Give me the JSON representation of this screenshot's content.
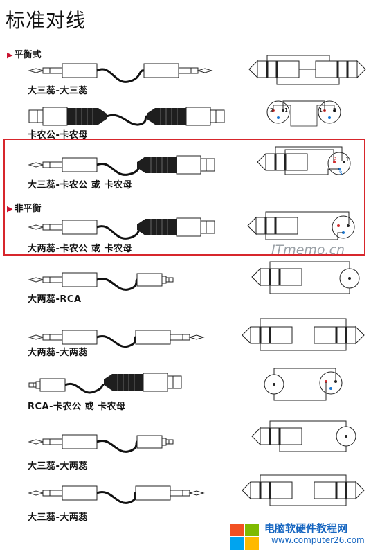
{
  "title": "标准对线",
  "sections": [
    {
      "label": "平衡式"
    },
    {
      "label": "非平衡"
    }
  ],
  "cables": [
    {
      "label": "大三蕊-大三蕊"
    },
    {
      "label": "卡农公-卡农母"
    },
    {
      "label": "大三蕊-卡农公 或 卡农母"
    },
    {
      "label": "大两蕊-卡农公 或 卡农母"
    },
    {
      "label": "大两蕊-RCA"
    },
    {
      "label": "大两蕊-大两蕊"
    },
    {
      "label": "RCA-卡农公 或 卡农母"
    },
    {
      "label": "大三蕊-大两蕊"
    },
    {
      "label": "大三蕊-大两蕊"
    }
  ],
  "pin_labels": [
    "1",
    "2",
    "3"
  ],
  "watermark": "ITmemo.cn",
  "logo": {
    "brand": "电脑软硬件教程网",
    "url": "www.computer26.com"
  },
  "colors": {
    "highlight": "#d7262c",
    "pin_red": "#d32f2f",
    "pin_blue": "#1976d2",
    "logo_blue": "#1565c0"
  }
}
